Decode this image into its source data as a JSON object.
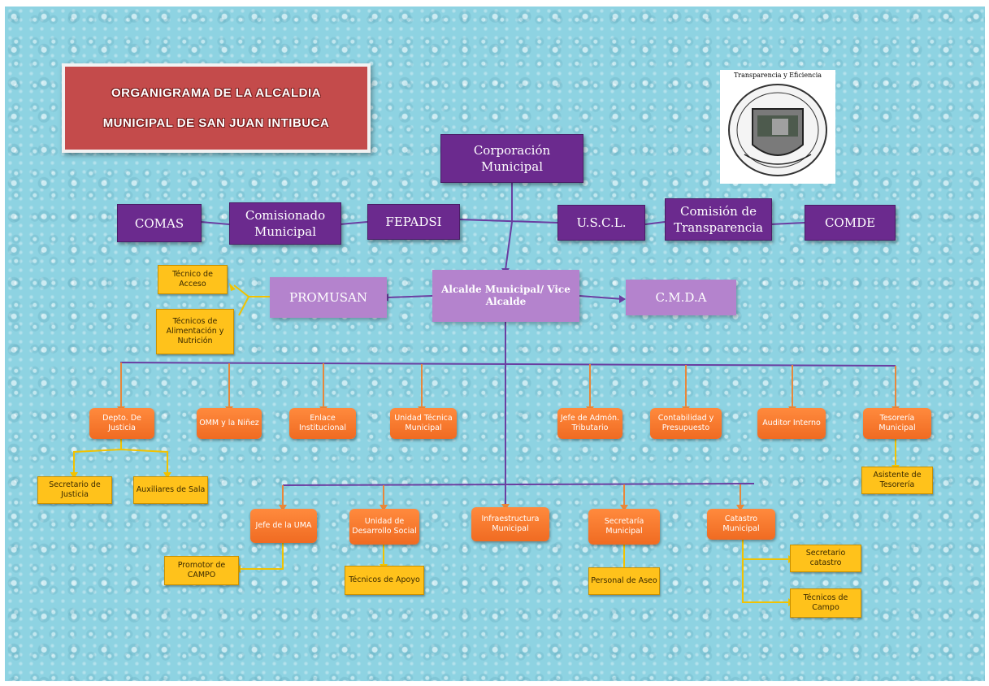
{
  "title": {
    "line1": "ORGANIGRAMA DE LA ALCALDIA",
    "line2": "MUNICIPAL DE SAN JUAN INTIBUCA"
  },
  "seal": {
    "caption": "Transparencia y Eficiencia"
  },
  "top": {
    "corporacion": "Corporación Municipal",
    "comas": "COMAS",
    "comisionado": "Comisionado Municipal",
    "fepadsi": "FEPADSI",
    "uscl": "U.S.C.L.",
    "comision_transparencia": "Comisión de Transparencia",
    "comde": "COMDE"
  },
  "middle": {
    "alcalde": "Alcalde Municipal/ Vice Alcalde",
    "promusan": "PROMUSAN",
    "cmda": "C.M.D.A",
    "tecnico_acceso": "Técnico de Acceso",
    "tecnicos_alimentacion": "Técnicos de Alimentación y Nutrición"
  },
  "departments_row1": [
    "Depto. De Justicia",
    "OMM y la Niñez",
    "Enlace Institucional",
    "Unidad Técnica Municipal",
    "Jefe de Admón. Tributario",
    "Contabilidad y Presupuesto",
    "Auditor Interno",
    "Tesorería Municipal"
  ],
  "row1_sub": {
    "secretario_justicia": "Secretario de Justicia",
    "auxiliares_sala": "Auxiliares de Sala",
    "asistente_tesoreria": "Asistente de Tesorería"
  },
  "departments_row2": [
    "Jefe de la UMA",
    "Unidad de Desarrollo Social",
    "Infraestructura Municipal",
    "Secretaría Municipal",
    "Catastro Municipal"
  ],
  "row2_sub": {
    "promotor_campo": "Promotor de CAMPO",
    "tecnicos_apoyo": "Técnicos de Apoyo",
    "personal_aseo": "Personal de Aseo",
    "secretario_catastro": "Secretario catastro",
    "tecnicos_campo": "Técnicos de Campo"
  }
}
